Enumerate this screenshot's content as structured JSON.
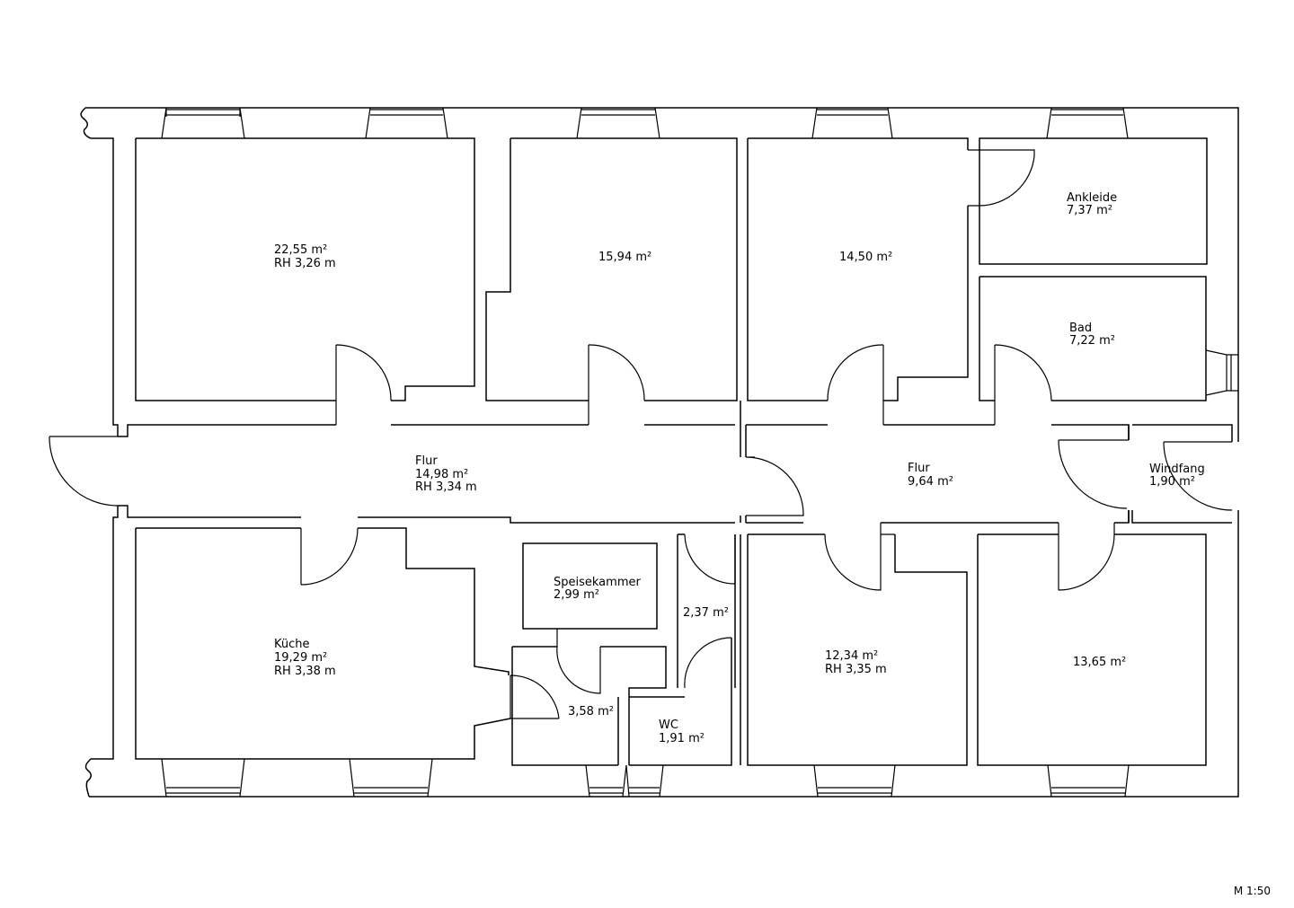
{
  "rooms": [
    {
      "id": "room-nw",
      "lines": [
        "22,55 m²",
        "RH 3,26 m"
      ]
    },
    {
      "id": "room-n2",
      "lines": [
        "15,94 m²"
      ]
    },
    {
      "id": "room-n3",
      "lines": [
        "14,50 m²"
      ]
    },
    {
      "id": "ankleide",
      "lines": [
        "Ankleide",
        "7,37 m²"
      ]
    },
    {
      "id": "bad",
      "lines": [
        "Bad",
        "7,22 m²"
      ]
    },
    {
      "id": "flur-west",
      "lines": [
        "Flur",
        "14,98 m²",
        "RH 3,34 m"
      ]
    },
    {
      "id": "flur-east",
      "lines": [
        "Flur",
        "9,64 m²"
      ]
    },
    {
      "id": "windfang",
      "lines": [
        "Windfang",
        "1,90 m²"
      ]
    },
    {
      "id": "kueche",
      "lines": [
        "Küche",
        "19,29 m²",
        "RH 3,38 m"
      ]
    },
    {
      "id": "speisekammer",
      "lines": [
        "Speisekammer",
        "2,99 m²"
      ]
    },
    {
      "id": "vorraum",
      "lines": [
        "3,58 m²"
      ]
    },
    {
      "id": "abstell",
      "lines": [
        "2,37 m²"
      ]
    },
    {
      "id": "wc",
      "lines": [
        "WC",
        "1,91 m²"
      ]
    },
    {
      "id": "room-s3",
      "lines": [
        "12,34 m²",
        "RH 3,35 m"
      ]
    },
    {
      "id": "room-s4",
      "lines": [
        "13,65 m²"
      ]
    }
  ],
  "scale": "M 1:50"
}
